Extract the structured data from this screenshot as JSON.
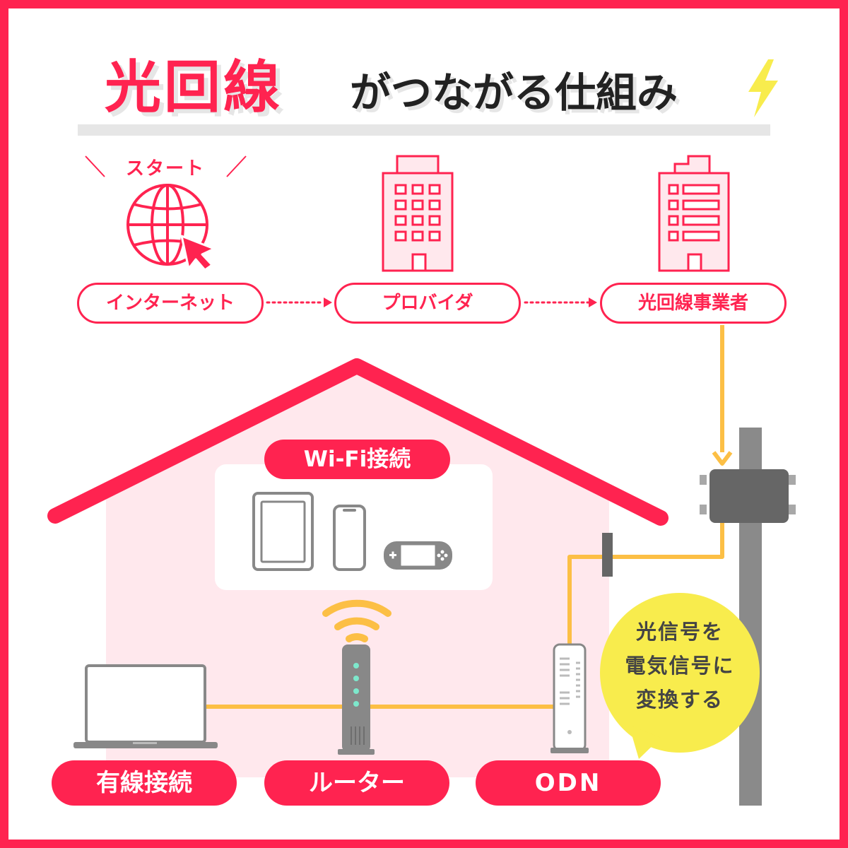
{
  "title": {
    "main": "光回線",
    "sub": "がつながる仕組み"
  },
  "flow": {
    "start_label": "スタート",
    "nodes": [
      "インターネット",
      "プロバイダ",
      "光回線事業者"
    ]
  },
  "home": {
    "wifi_label": "Wi-Fi接続",
    "labels": [
      "有線接続",
      "ルーター",
      "ODN"
    ],
    "callout": [
      "光信号を",
      "電気信号に",
      "変換する"
    ]
  },
  "colors": {
    "accent": "#ff2350",
    "cable": "#fcbf45",
    "callout_bg": "#f8ec4d",
    "house_fill": "#ffe8ed",
    "device_gray": "#888888",
    "pole": "#8a8a8a"
  },
  "icons": [
    "globe-icon",
    "cursor-icon",
    "provider-building-icon",
    "isp-building-icon",
    "lightning-icon",
    "wifi-icon"
  ]
}
